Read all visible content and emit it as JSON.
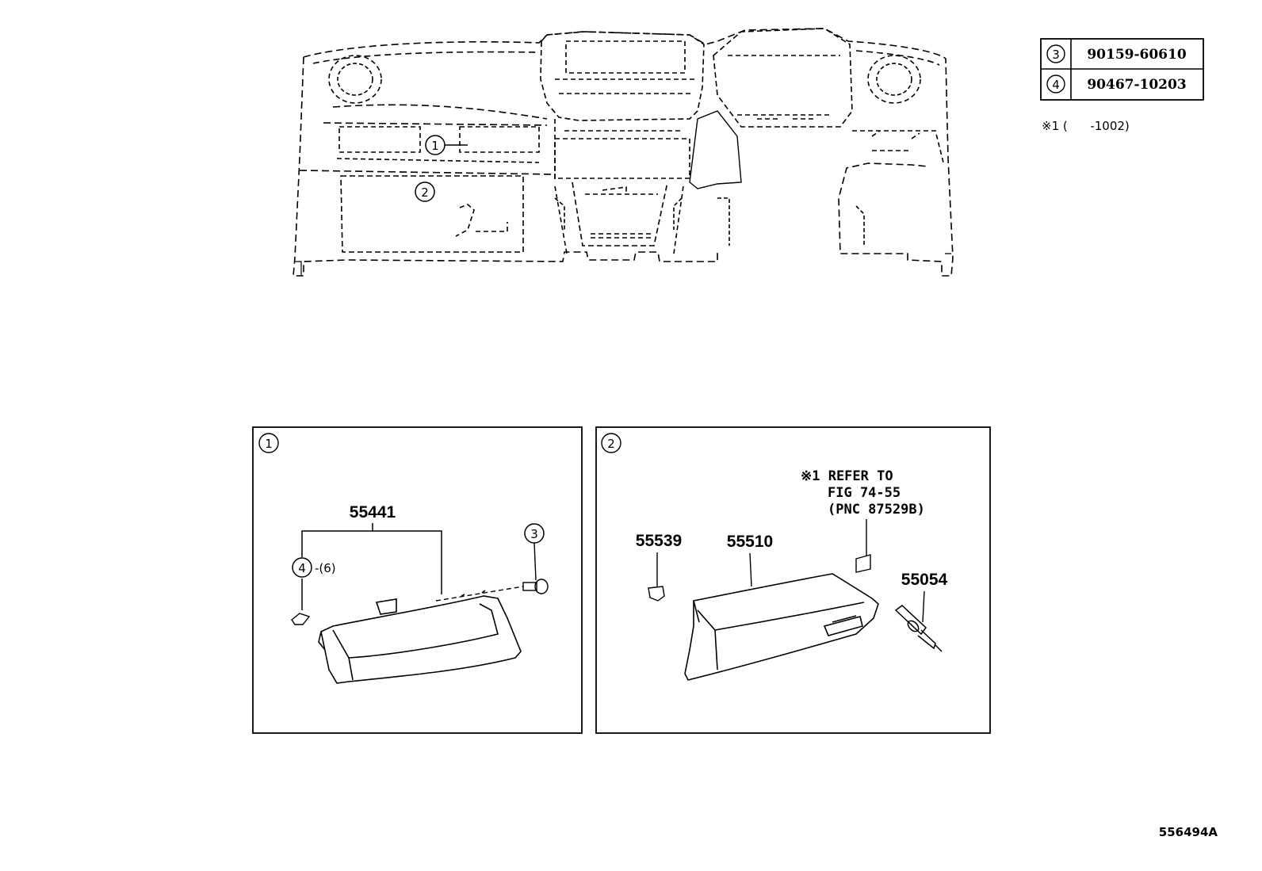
{
  "part_table": {
    "rows": [
      {
        "ref": "3",
        "part_no": "90159-60610"
      },
      {
        "ref": "4",
        "part_no": "90467-10203"
      }
    ],
    "footnote": "※1 (      -1002)"
  },
  "overview": {
    "callout_1": "1",
    "callout_2": "2"
  },
  "detail_1": {
    "badge": "1",
    "part_55441": "55441",
    "ref_4": "4",
    "qty_4": "-(6)",
    "ref_3": "3"
  },
  "detail_2": {
    "badge": "2",
    "note_line1": "※1 REFER TO",
    "note_line2": "FIG 74-55",
    "note_line3": "(PNC 87529B)",
    "part_55539": "55539",
    "part_55510": "55510",
    "part_55054": "55054"
  },
  "illustration_id": "556494A"
}
